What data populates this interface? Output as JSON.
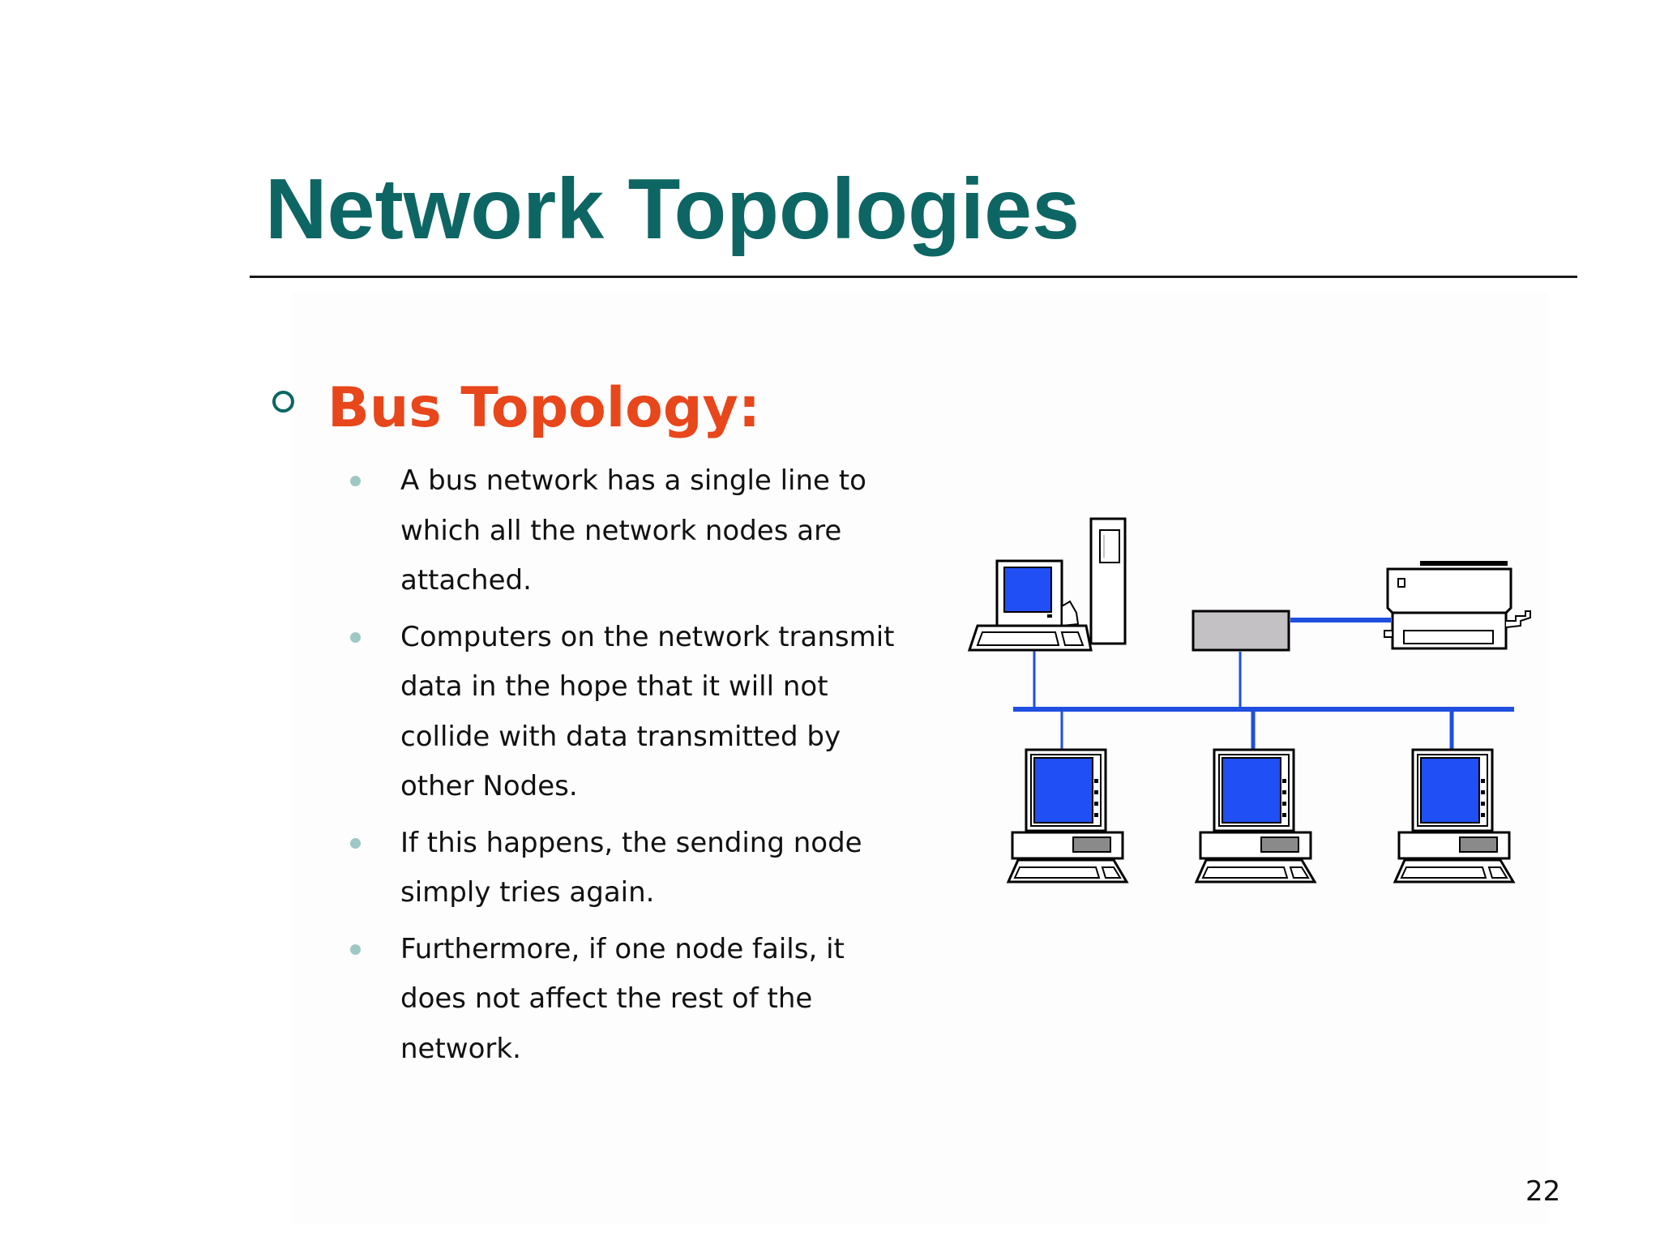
{
  "slide": {
    "title": "Network Topologies",
    "subtitle": "Bus Topology:",
    "bullets": [
      "A bus network has a single line to which all the network nodes are attached.",
      "Computers on the network transmit data in the hope that it will not collide with data transmitted by other Nodes.",
      "If this happens, the sending node simply tries again.",
      "Furthermore, if one node fails, it does not affect the rest of the network."
    ],
    "page_number": "22"
  },
  "colors": {
    "title": "#0d6663",
    "subtitle": "#e8461b",
    "bullet_dot": "#9ec8c6",
    "bus_line": "#1f4fe0",
    "screen": "#1f4ff5",
    "hub": "#c3c1c4"
  },
  "diagram": {
    "icons": [
      "tower-pc-icon",
      "hub-icon",
      "printer-icon",
      "desktop-pc-icon"
    ]
  }
}
